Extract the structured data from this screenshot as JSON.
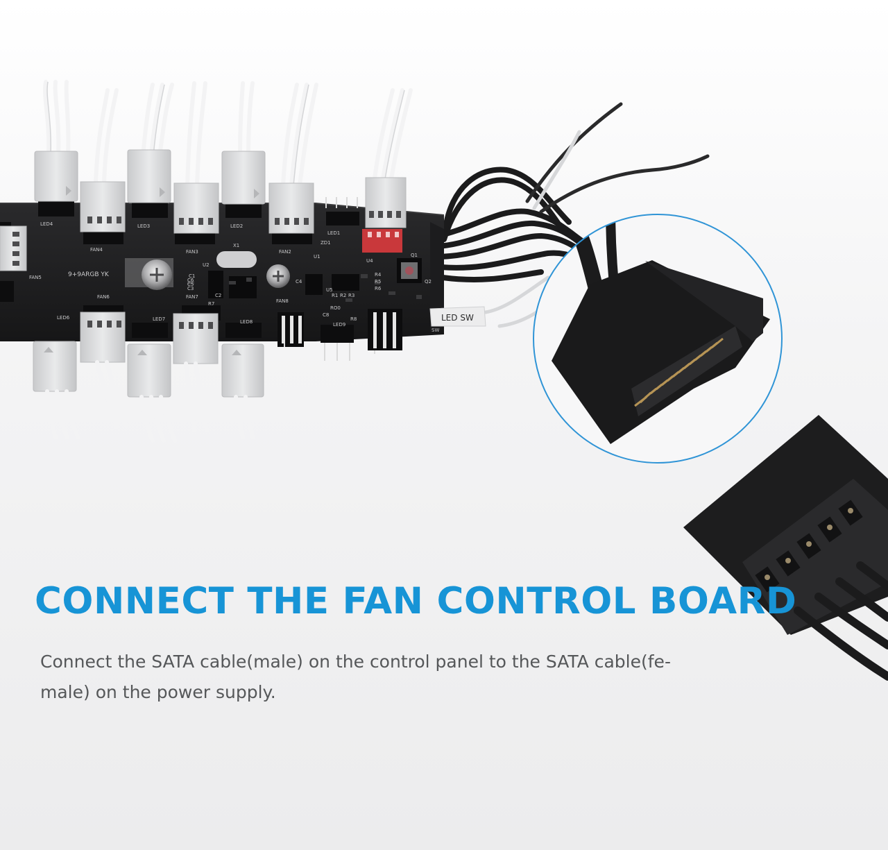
{
  "board": {
    "labels": [
      "LED4",
      "FAN4",
      "LED3",
      "FAN3",
      "LED2",
      "FAN2",
      "LED1",
      "ZD1",
      "X1",
      "U1",
      "U2",
      "U4",
      "U5",
      "C1",
      "C2",
      "C3",
      "C4",
      "C5",
      "C6",
      "C8",
      "FAN5",
      "FAN6",
      "FAN7",
      "FAN8",
      "LED6",
      "LED7",
      "LED8",
      "LED9",
      "R1",
      "R2",
      "R3",
      "R4",
      "R5",
      "R6",
      "R7",
      "R8",
      "Q1",
      "Q2",
      "RO0",
      "SW"
    ],
    "model_text": "9+9ARGB YK",
    "tag": "LED SW"
  },
  "title": "CONNECT THE FAN CONTROL BOARD",
  "description": {
    "line1": "Connect the SATA cable(male) on the control panel to the SATA cable(fe-",
    "line2": "male) on the power supply."
  },
  "colors": {
    "accent": "#1794d6",
    "text": "#555759",
    "board": "#1f1f21",
    "connector": "#d9dadb",
    "red_header": "#c9383b",
    "zoom_ring": "#2f94d6"
  }
}
